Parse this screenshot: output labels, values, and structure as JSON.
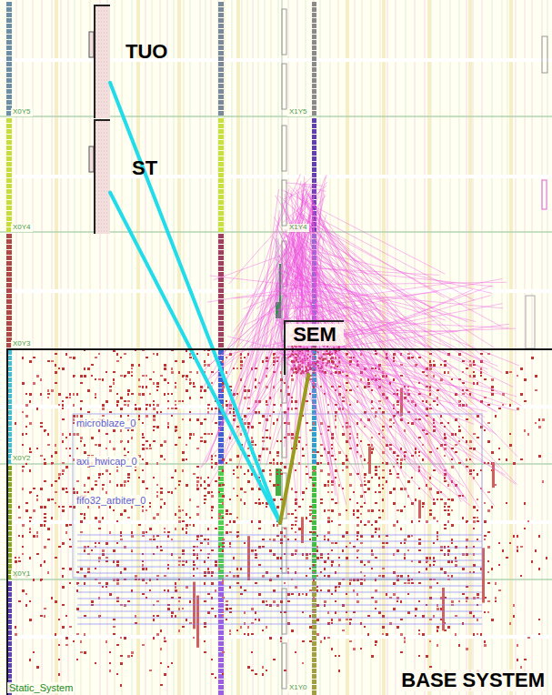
{
  "diagram": {
    "nodes": [
      {
        "text": [
          "TUO"
        ]
      },
      {
        "text": [
          "ST"
        ]
      },
      {
        "text": [
          "SEM"
        ]
      },
      {
        "text": [
          "BASE SYSTEM"
        ]
      }
    ],
    "edges": [
      {
        "from": 0,
        "to": 3,
        "arrow": "none"
      },
      {
        "from": 1,
        "to": 3,
        "arrow": "none"
      },
      {
        "from": 2,
        "to": 3,
        "arrow": "none"
      }
    ],
    "labels": [
      "X0Y5",
      "X1Y5",
      "X0Y4",
      "X1Y4",
      "X0Y3",
      "X0Y2",
      "X0Y1",
      "X1Y0",
      "microblaze_0",
      "axi_hwicap_0",
      "fifo32_arbiter_0",
      "Static_System"
    ]
  }
}
